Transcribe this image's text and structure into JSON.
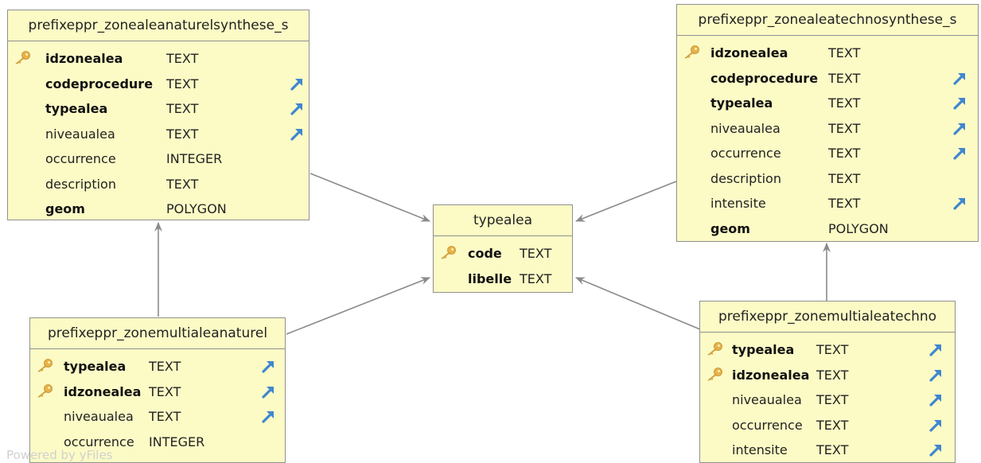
{
  "colors": {
    "table_fill": "#fcfbc6",
    "table_border": "#909090",
    "edge": "#8a8a8a",
    "key_icon": "#e7b24a",
    "fk_arrow": "#3f86d1"
  },
  "tables": {
    "t1": {
      "title": "prefixeppr_zonealeanaturelsynthese_s",
      "rows": [
        {
          "name": "idzonealea",
          "type": "TEXT",
          "bold": true,
          "pk": true,
          "fk": false
        },
        {
          "name": "codeprocedure",
          "type": "TEXT",
          "bold": true,
          "pk": false,
          "fk": true
        },
        {
          "name": "typealea",
          "type": "TEXT",
          "bold": true,
          "pk": false,
          "fk": true
        },
        {
          "name": "niveaualea",
          "type": "TEXT",
          "bold": false,
          "pk": false,
          "fk": true
        },
        {
          "name": "occurrence",
          "type": "INTEGER",
          "bold": false,
          "pk": false,
          "fk": false
        },
        {
          "name": "description",
          "type": "TEXT",
          "bold": false,
          "pk": false,
          "fk": false
        },
        {
          "name": "geom",
          "type": "POLYGON",
          "bold": true,
          "pk": false,
          "fk": false
        }
      ]
    },
    "t2": {
      "title": "prefixeppr_zonealeatechnosynthese_s",
      "rows": [
        {
          "name": "idzonealea",
          "type": "TEXT",
          "bold": true,
          "pk": true,
          "fk": false
        },
        {
          "name": "codeprocedure",
          "type": "TEXT",
          "bold": true,
          "pk": false,
          "fk": true
        },
        {
          "name": "typealea",
          "type": "TEXT",
          "bold": true,
          "pk": false,
          "fk": true
        },
        {
          "name": "niveaualea",
          "type": "TEXT",
          "bold": false,
          "pk": false,
          "fk": true
        },
        {
          "name": "occurrence",
          "type": "TEXT",
          "bold": false,
          "pk": false,
          "fk": true
        },
        {
          "name": "description",
          "type": "TEXT",
          "bold": false,
          "pk": false,
          "fk": false
        },
        {
          "name": "intensite",
          "type": "TEXT",
          "bold": false,
          "pk": false,
          "fk": true
        },
        {
          "name": "geom",
          "type": "POLYGON",
          "bold": true,
          "pk": false,
          "fk": false
        }
      ]
    },
    "t3": {
      "title": "typealea",
      "rows": [
        {
          "name": "code",
          "type": "TEXT",
          "bold": true,
          "pk": true,
          "fk": false
        },
        {
          "name": "libelle",
          "type": "TEXT",
          "bold": true,
          "pk": false,
          "fk": false
        }
      ]
    },
    "t4": {
      "title": "prefixeppr_zonemultialeanaturel",
      "rows": [
        {
          "name": "typealea",
          "type": "TEXT",
          "bold": true,
          "pk": true,
          "fk": true
        },
        {
          "name": "idzonealea",
          "type": "TEXT",
          "bold": true,
          "pk": true,
          "fk": true
        },
        {
          "name": "niveaualea",
          "type": "TEXT",
          "bold": false,
          "pk": false,
          "fk": true
        },
        {
          "name": "occurrence",
          "type": "INTEGER",
          "bold": false,
          "pk": false,
          "fk": false
        }
      ]
    },
    "t5": {
      "title": "prefixeppr_zonemultialeatechno",
      "rows": [
        {
          "name": "typealea",
          "type": "TEXT",
          "bold": true,
          "pk": true,
          "fk": true
        },
        {
          "name": "idzonealea",
          "type": "TEXT",
          "bold": true,
          "pk": true,
          "fk": true
        },
        {
          "name": "niveaualea",
          "type": "TEXT",
          "bold": false,
          "pk": false,
          "fk": true
        },
        {
          "name": "occurrence",
          "type": "TEXT",
          "bold": false,
          "pk": false,
          "fk": true
        },
        {
          "name": "intensite",
          "type": "TEXT",
          "bold": false,
          "pk": false,
          "fk": true
        }
      ]
    }
  },
  "watermark": "Powered by yFiles"
}
